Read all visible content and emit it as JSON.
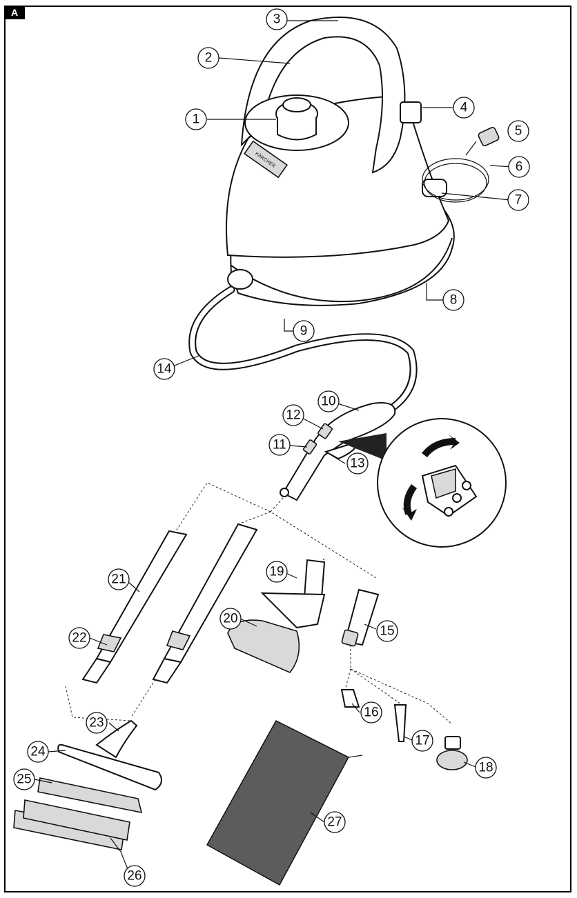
{
  "figure_label": "A",
  "callouts": [
    "1",
    "2",
    "3",
    "4",
    "5",
    "6",
    "7",
    "8",
    "9",
    "10",
    "11",
    "12",
    "13",
    "14",
    "15",
    "16",
    "17",
    "18",
    "19",
    "20",
    "21",
    "22",
    "23",
    "24",
    "25",
    "26",
    "27"
  ],
  "colors": {
    "line": "#111111",
    "fill": "#ffffff",
    "bag": "#5c5c5c",
    "label_bg": "#000000"
  },
  "brand_logo_text": "KÄRCHER"
}
